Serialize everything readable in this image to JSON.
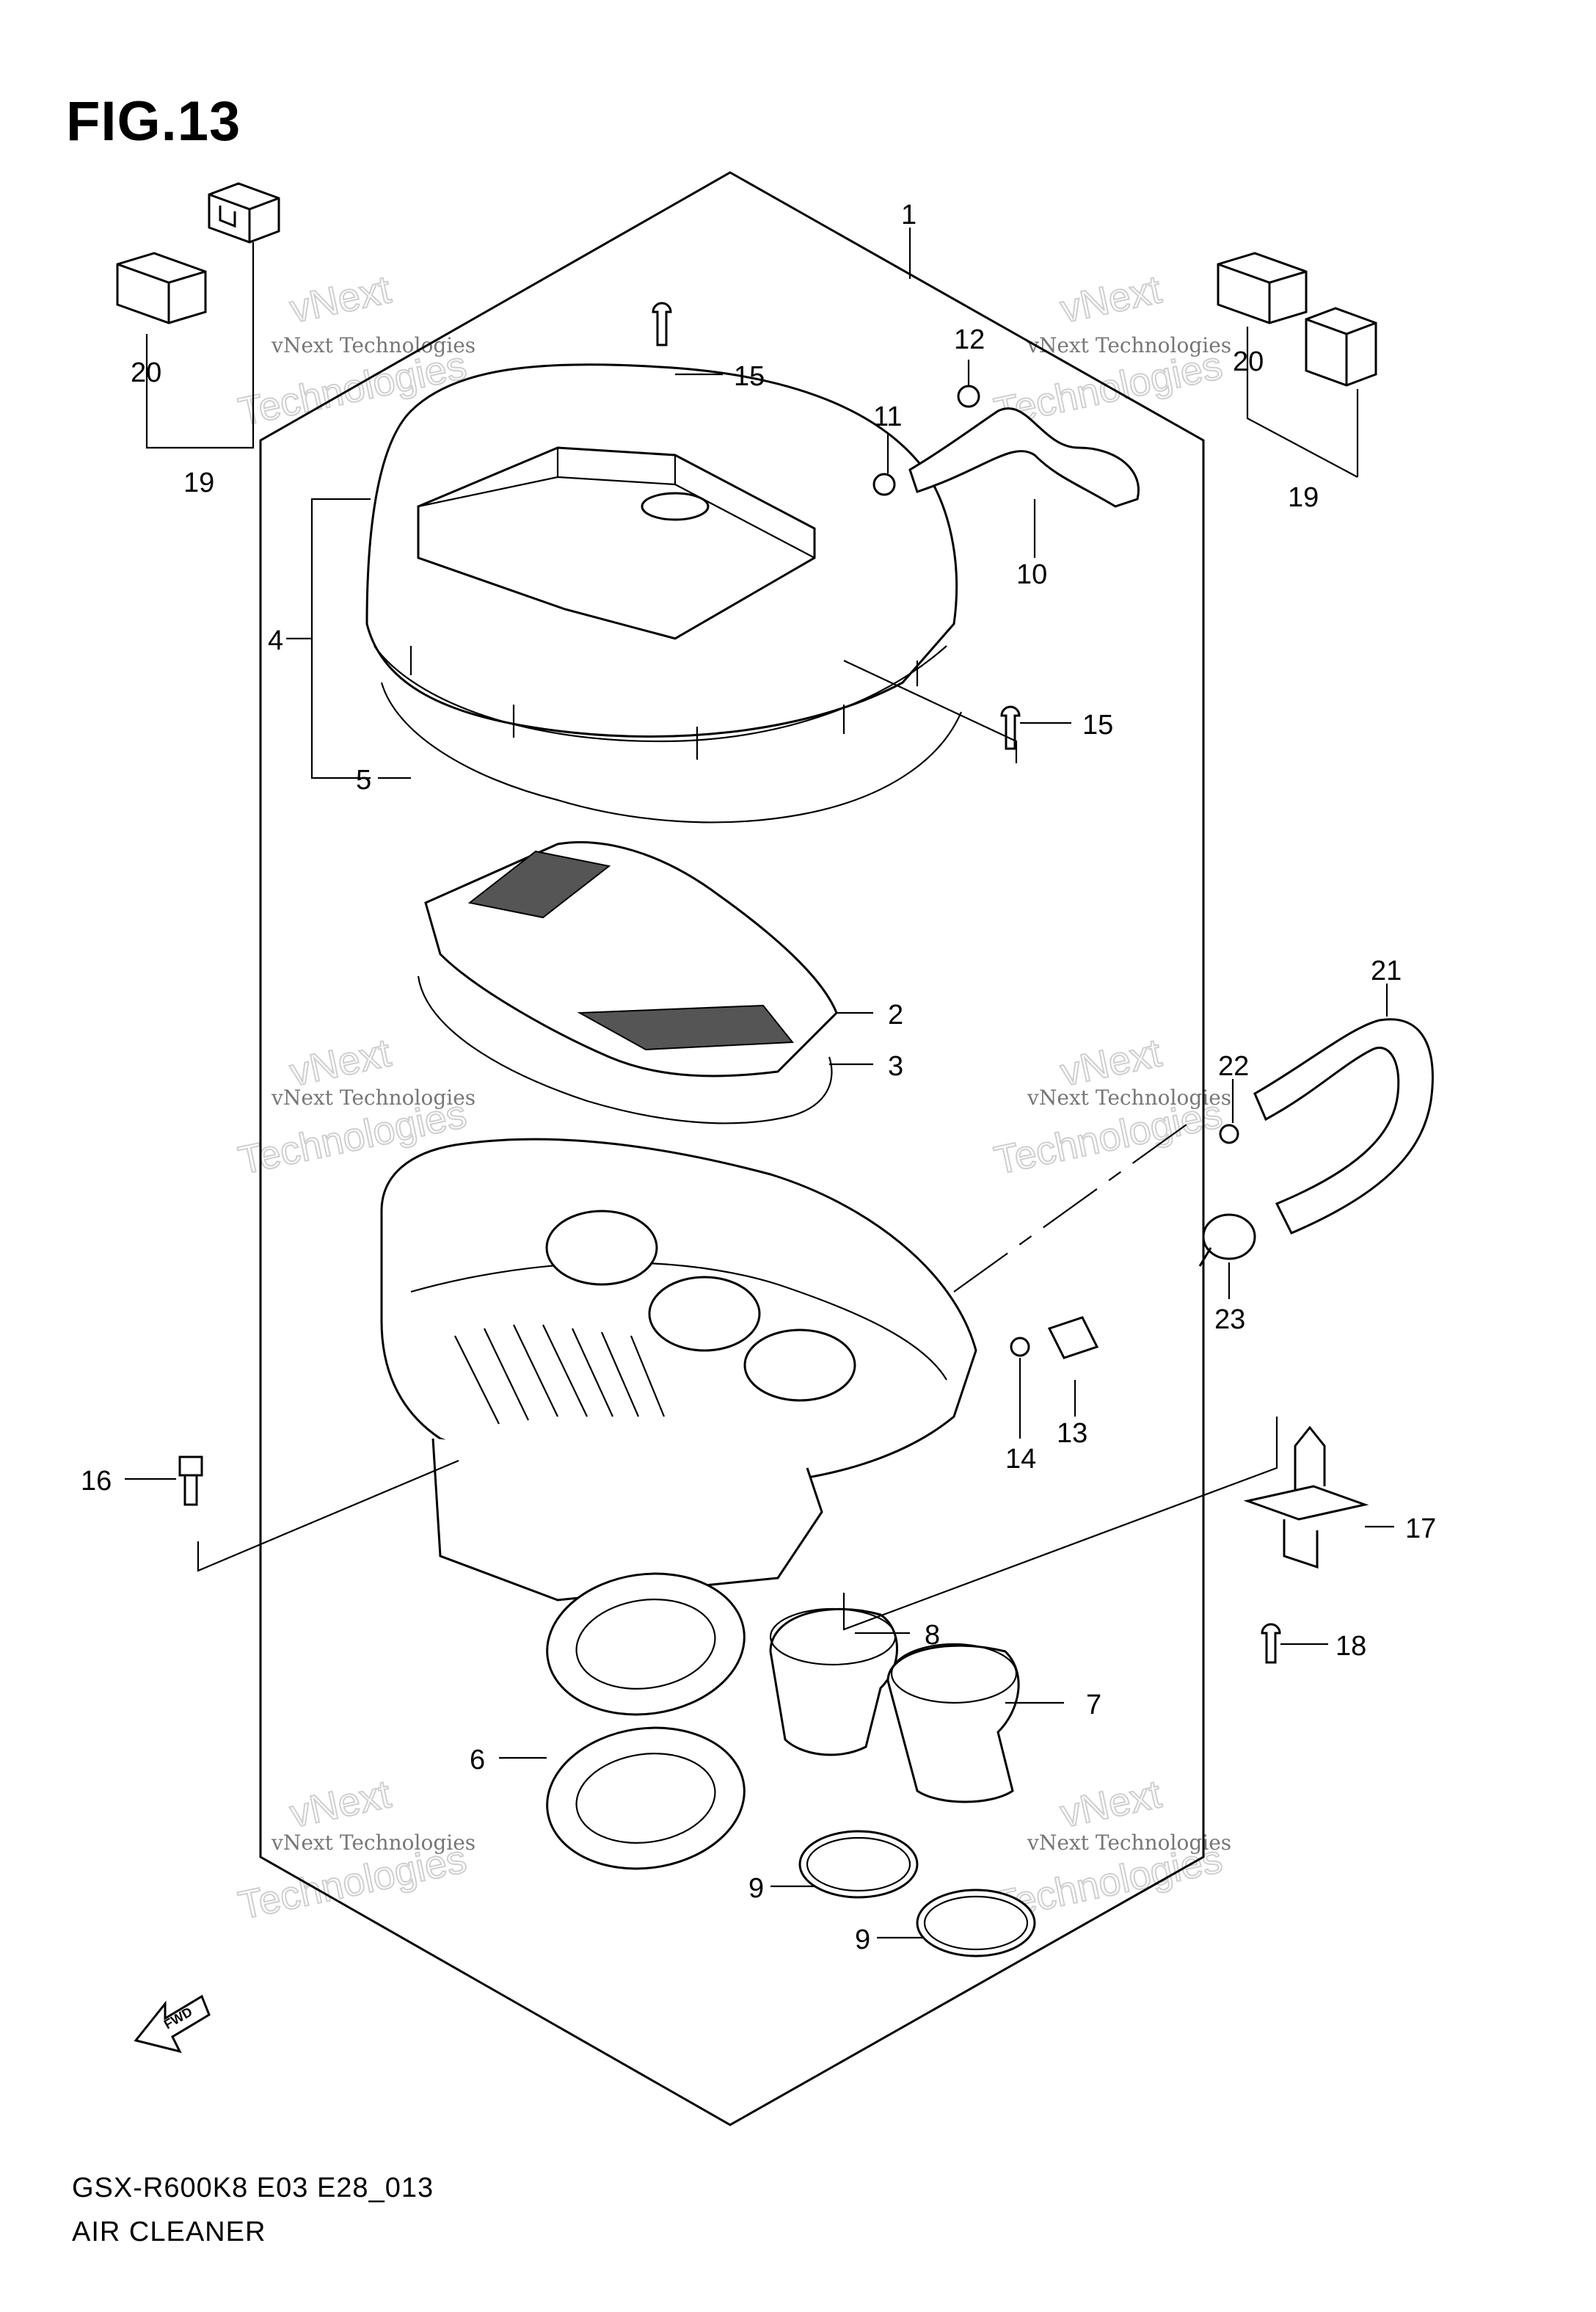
{
  "figure": {
    "title": "FIG.13",
    "model_code": "GSX-R600K8 E03 E28_013",
    "assembly_name": "AIR CLEANER"
  },
  "watermark": {
    "brand_short": "vNext",
    "brand_line": "vNext Technologies",
    "brand_word": "Technologies"
  },
  "fwd_label": "FWD",
  "callouts": {
    "c1": "1",
    "c2": "2",
    "c3": "3",
    "c4": "4",
    "c5": "5",
    "c6": "6",
    "c7": "7",
    "c8": "8",
    "c9a": "9",
    "c9b": "9",
    "c10": "10",
    "c11": "11",
    "c12": "12",
    "c13": "13",
    "c14": "14",
    "c15a": "15",
    "c15b": "15",
    "c16": "16",
    "c17": "17",
    "c18": "18",
    "c19a": "19",
    "c19b": "19",
    "c20a": "20",
    "c20b": "20",
    "c21": "21",
    "c22": "22",
    "c23": "23"
  },
  "colors": {
    "line": "#000000",
    "background": "#ffffff",
    "watermark": "#cfcfcf"
  }
}
